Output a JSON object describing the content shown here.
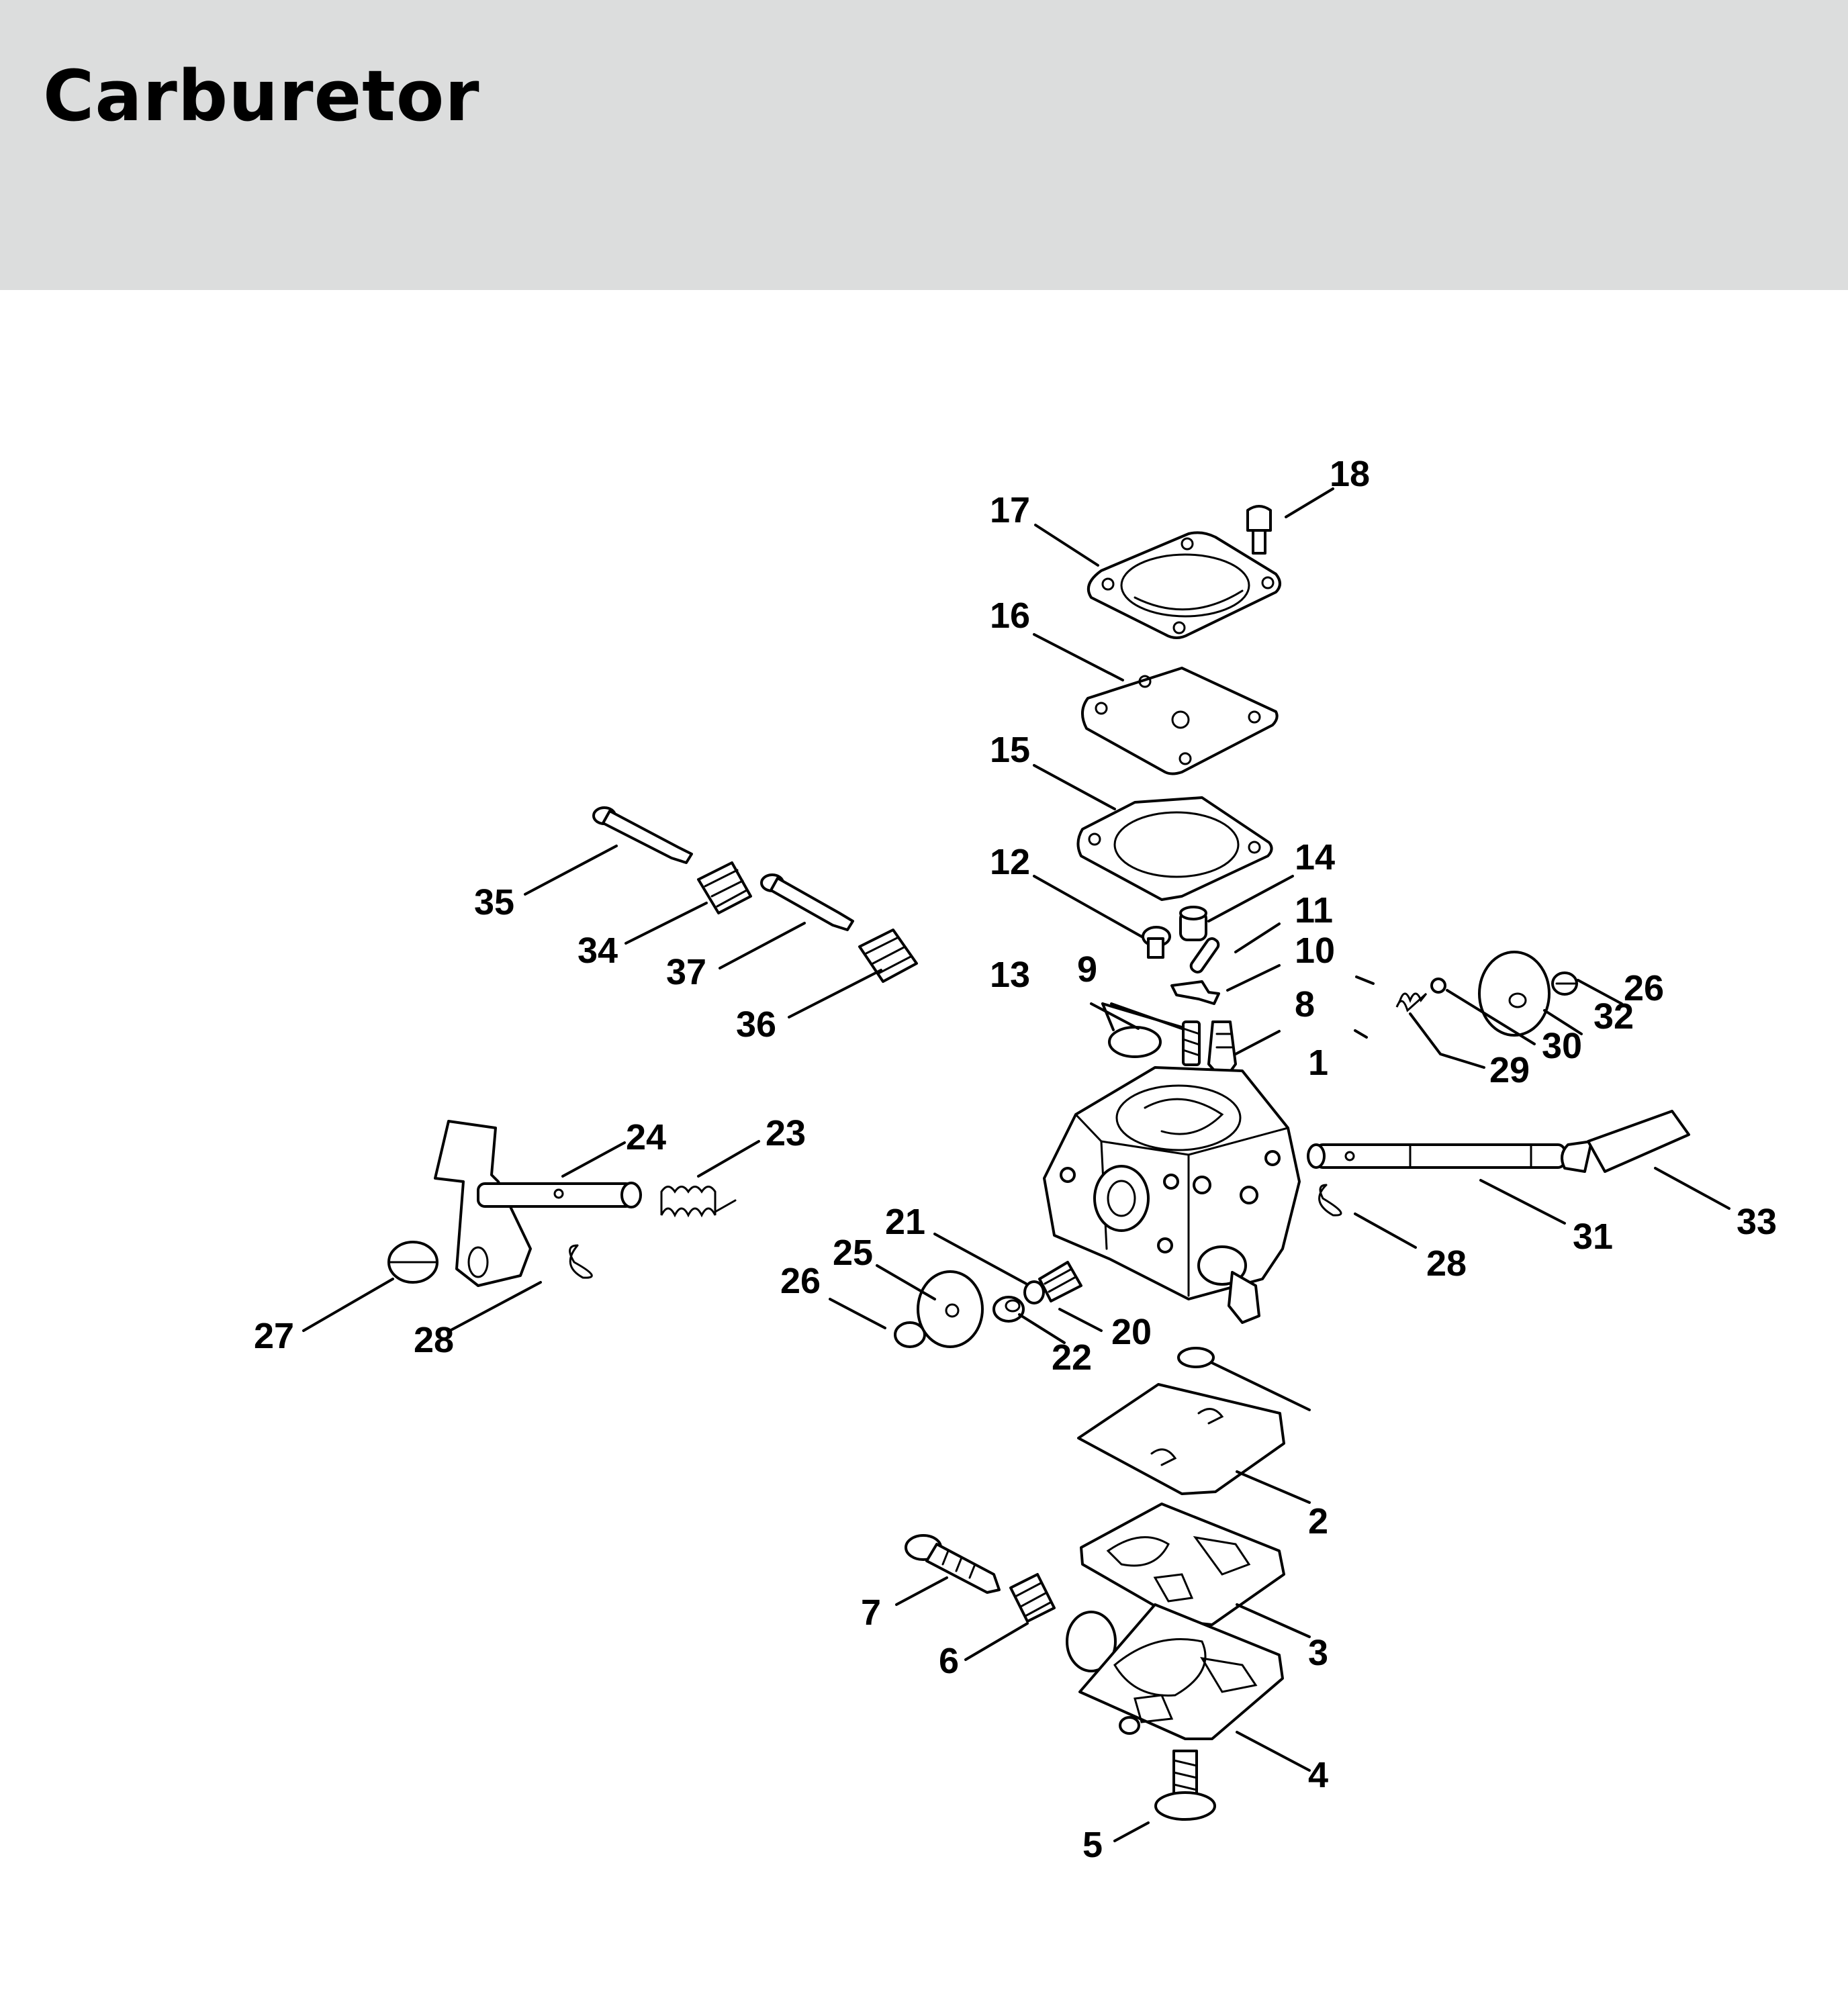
{
  "header": {
    "title": "Carburetor",
    "background": "#dcdddd"
  },
  "diagram": {
    "labels": {
      "p1": "1",
      "p2": "2",
      "p3": "3",
      "p4": "4",
      "p5": "5",
      "p6": "6",
      "p7": "7",
      "p8": "8",
      "p9": "9",
      "p10": "10",
      "p11": "11",
      "p12": "12",
      "p13": "13",
      "p14": "14",
      "p15": "15",
      "p16": "16",
      "p17": "17",
      "p18": "18",
      "p20": "20",
      "p21": "21",
      "p22": "22",
      "p23": "23",
      "p24": "24",
      "p25": "25",
      "p26a": "26",
      "p26b": "26",
      "p27": "27",
      "p28a": "28",
      "p28b": "28",
      "p29": "29",
      "p30": "30",
      "p31": "31",
      "p32": "32",
      "p33": "33",
      "p34": "34",
      "p35": "35",
      "p36": "36",
      "p37": "37"
    }
  }
}
